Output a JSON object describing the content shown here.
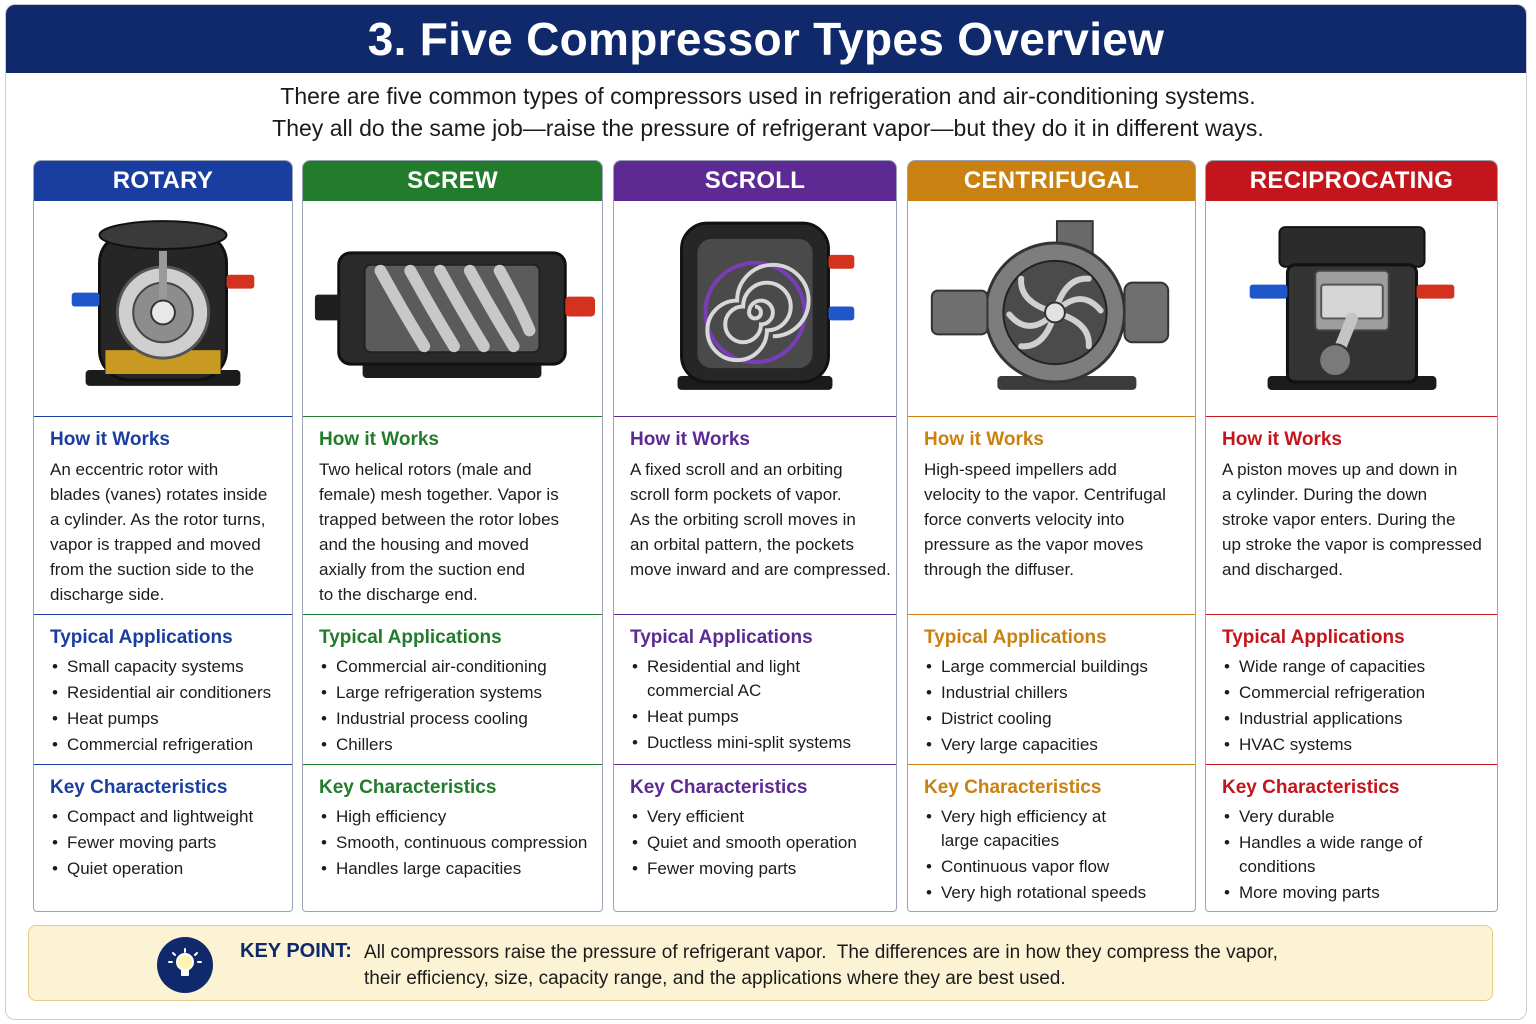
{
  "header": {
    "title": "3. Five Compressor Types Overview",
    "intro_line1": "There are five common types of compressors used in refrigeration and air-conditioning systems.",
    "intro_line2": "They all do the same job—raise the pressure of refrigerant vapor—but they do it in different ways."
  },
  "colors": {
    "title_bar": "#10296b",
    "rotary": "#1a3ea0",
    "screw": "#237b2c",
    "scroll": "#5d2a94",
    "centrifugal": "#c98112",
    "reciprocating": "#c3161c",
    "keypoint_bg": "#fbf3d3",
    "suction_port": "#1f56c9",
    "discharge_port": "#d2321e"
  },
  "columns": [
    {
      "name": "ROTARY",
      "icon": "rotary-compressor-illustration",
      "how_title": "How it Works",
      "how_lines": [
        "An eccentric rotor with",
        "blades (vanes) rotates inside",
        "a cylinder. As the rotor turns,",
        "vapor is trapped and moved",
        "from the suction side to the",
        "discharge side."
      ],
      "apps_title": "Typical Applications",
      "apps": [
        "Small capacity systems",
        "Residential air conditioners",
        "Heat pumps",
        "Commercial refrigeration"
      ],
      "keys_title": "Key Characteristics",
      "keys": [
        "Compact and lightweight",
        "Fewer moving parts",
        "Quiet operation"
      ]
    },
    {
      "name": "SCREW",
      "icon": "screw-compressor-illustration",
      "how_title": "How it Works",
      "how_lines": [
        "Two helical rotors (male and",
        "female) mesh together. Vapor is",
        "trapped between the rotor lobes",
        "and the housing and moved",
        "axially from the suction end",
        "to the discharge end."
      ],
      "apps_title": "Typical Applications",
      "apps": [
        "Commercial air-conditioning",
        "Large refrigeration systems",
        "Industrial process cooling",
        "Chillers"
      ],
      "keys_title": "Key Characteristics",
      "keys": [
        "High efficiency",
        "Smooth, continuous compression",
        "Handles large capacities"
      ]
    },
    {
      "name": "SCROLL",
      "icon": "scroll-compressor-illustration",
      "how_title": "How it Works",
      "how_lines": [
        "A fixed scroll and an orbiting",
        "scroll form pockets of vapor.",
        "As the orbiting scroll moves in",
        "an orbital pattern, the pockets",
        "move inward and are compressed."
      ],
      "apps_title": "Typical Applications",
      "apps": [
        "Residential and light commercial AC",
        "Heat pumps",
        "Ductless mini-split systems"
      ],
      "keys_title": "Key Characteristics",
      "keys": [
        "Very efficient",
        "Quiet and smooth operation",
        "Fewer moving parts"
      ]
    },
    {
      "name": "CENTRIFUGAL",
      "icon": "centrifugal-compressor-illustration",
      "how_title": "How it Works",
      "how_lines": [
        "High-speed impellers add",
        "velocity to the vapor. Centrifugal",
        "force converts velocity into",
        "pressure as the vapor moves",
        "through the diffuser."
      ],
      "apps_title": "Typical Applications",
      "apps": [
        "Large commercial buildings",
        "Industrial chillers",
        "District cooling",
        "Very large capacities"
      ],
      "keys_title": "Key Characteristics",
      "keys": [
        "Very high efficiency at large capacities",
        "Continuous vapor flow",
        "Very high rotational speeds"
      ]
    },
    {
      "name": "RECIPROCATING",
      "icon": "reciprocating-compressor-illustration",
      "how_title": "How it Works",
      "how_lines": [
        "A piston moves up and down in",
        "a cylinder. During the down",
        "stroke vapor enters. During the",
        "up stroke the vapor is compressed",
        "and discharged."
      ],
      "apps_title": "Typical Applications",
      "apps": [
        "Wide range of capacities",
        "Commercial refrigeration",
        "Industrial applications",
        "HVAC systems"
      ],
      "keys_title": "Key Characteristics",
      "keys": [
        "Very durable",
        "Handles a wide range of conditions",
        "More moving parts"
      ]
    }
  ],
  "keypoint": {
    "icon": "lightbulb-icon",
    "label": "KEY POINT:",
    "line1": "All compressors raise the pressure of refrigerant vapor.  The differences are in how they compress the vapor,",
    "line2": "their efficiency, size, capacity range, and the applications where they are best used."
  }
}
